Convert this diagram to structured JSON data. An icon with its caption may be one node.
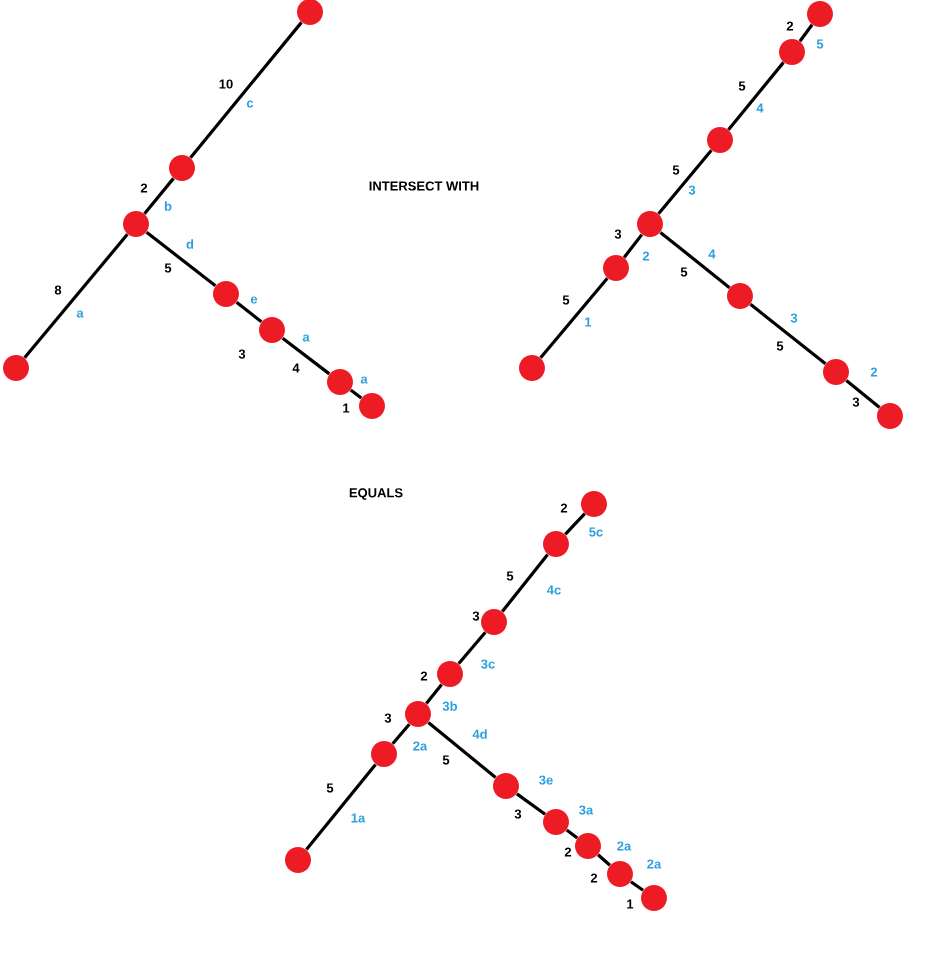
{
  "diagram": {
    "nodes": [
      {
        "text": [],
        "shape": "circle"
      },
      {
        "text": [],
        "shape": "circle"
      },
      {
        "text": [],
        "shape": "circle"
      },
      {
        "text": [],
        "shape": "circle"
      },
      {
        "text": [],
        "shape": "circle"
      },
      {
        "text": [],
        "shape": "circle"
      },
      {
        "text": [],
        "shape": "circle"
      },
      {
        "text": [],
        "shape": "circle"
      },
      {
        "text": [],
        "shape": "circle"
      },
      {
        "text": [],
        "shape": "circle"
      },
      {
        "text": [],
        "shape": "circle"
      },
      {
        "text": [],
        "shape": "circle"
      },
      {
        "text": [],
        "shape": "circle"
      },
      {
        "text": [],
        "shape": "circle"
      },
      {
        "text": [],
        "shape": "circle"
      },
      {
        "text": [],
        "shape": "circle"
      },
      {
        "text": [],
        "shape": "circle"
      },
      {
        "text": [],
        "shape": "circle"
      },
      {
        "text": [],
        "shape": "circle"
      },
      {
        "text": [],
        "shape": "circle"
      },
      {
        "text": [],
        "shape": "circle"
      },
      {
        "text": [],
        "shape": "circle"
      },
      {
        "text": [],
        "shape": "circle"
      },
      {
        "text": [],
        "shape": "circle"
      },
      {
        "text": [],
        "shape": "circle"
      },
      {
        "text": [],
        "shape": "circle"
      },
      {
        "text": [],
        "shape": "circle"
      },
      {
        "text": [],
        "shape": "circle"
      },
      {
        "text": [],
        "shape": "circle"
      }
    ],
    "edges": [
      {
        "from": 2,
        "to": 1,
        "arrow": "none",
        "label": "2"
      },
      {
        "from": 1,
        "to": 0,
        "arrow": "none",
        "label": "10"
      },
      {
        "from": 2,
        "to": 3,
        "arrow": "none",
        "label": "8"
      },
      {
        "from": 2,
        "to": 4,
        "arrow": "none",
        "label": "5"
      },
      {
        "from": 4,
        "to": 5,
        "arrow": "none",
        "label": "3"
      },
      {
        "from": 5,
        "to": 6,
        "arrow": "none",
        "label": "4"
      },
      {
        "from": 6,
        "to": 7,
        "arrow": "none",
        "label": "1"
      },
      {
        "from": 11,
        "to": 12,
        "arrow": "none",
        "label": "3"
      },
      {
        "from": 12,
        "to": 13,
        "arrow": "none",
        "label": "5"
      },
      {
        "from": 11,
        "to": 10,
        "arrow": "none",
        "label": "5"
      },
      {
        "from": 10,
        "to": 9,
        "arrow": "none",
        "label": "5"
      },
      {
        "from": 9,
        "to": 8,
        "arrow": "none",
        "label": "2"
      },
      {
        "from": 11,
        "to": 14,
        "arrow": "none",
        "label": "5"
      },
      {
        "from": 14,
        "to": 15,
        "arrow": "none",
        "label": "5"
      },
      {
        "from": 15,
        "to": 16,
        "arrow": "none",
        "label": "3"
      },
      {
        "from": 17,
        "to": 18,
        "arrow": "none",
        "label": "2"
      },
      {
        "from": 18,
        "to": 19,
        "arrow": "none",
        "label": "5"
      },
      {
        "from": 19,
        "to": 20,
        "arrow": "none",
        "label": "3"
      },
      {
        "from": 20,
        "to": 21,
        "arrow": "none",
        "label": "2"
      },
      {
        "from": 21,
        "to": 22,
        "arrow": "none",
        "label": "3"
      },
      {
        "from": 22,
        "to": 23,
        "arrow": "none",
        "label": "5"
      },
      {
        "from": 21,
        "to": 24,
        "arrow": "none",
        "label": "5"
      },
      {
        "from": 24,
        "to": 25,
        "arrow": "none",
        "label": "3"
      },
      {
        "from": 25,
        "to": 26,
        "arrow": "none",
        "label": "2"
      },
      {
        "from": 26,
        "to": 27,
        "arrow": "none",
        "label": "2"
      },
      {
        "from": 27,
        "to": 28,
        "arrow": "none",
        "label": "1"
      }
    ],
    "labels": [
      "b",
      "c",
      "a",
      "d",
      "e",
      "a",
      "a",
      "INTERSECT WITH",
      "2",
      "1",
      "3",
      "4",
      "5",
      "4",
      "3",
      "2",
      "EQUALS",
      "5c",
      "4c",
      "3c",
      "3b",
      "2a",
      "1a",
      "4d",
      "3e",
      "3a",
      "2a",
      "2a"
    ]
  }
}
